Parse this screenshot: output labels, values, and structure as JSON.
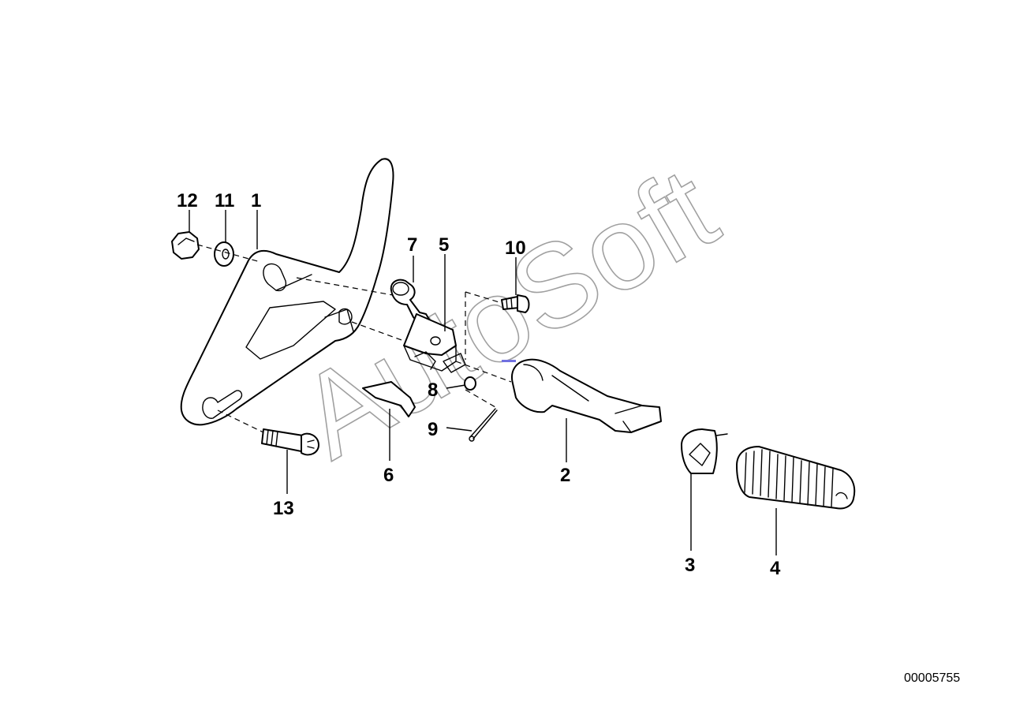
{
  "diagram": {
    "watermark": "AutoSoft",
    "diagram_id": "00005755",
    "accent_color": "#7070e0",
    "callouts": [
      {
        "id": "1",
        "label": "1"
      },
      {
        "id": "2",
        "label": "2"
      },
      {
        "id": "3",
        "label": "3"
      },
      {
        "id": "4",
        "label": "4"
      },
      {
        "id": "5",
        "label": "5"
      },
      {
        "id": "6",
        "label": "6"
      },
      {
        "id": "7",
        "label": "7"
      },
      {
        "id": "8",
        "label": "8"
      },
      {
        "id": "9",
        "label": "9"
      },
      {
        "id": "10",
        "label": "10"
      },
      {
        "id": "11",
        "label": "11"
      },
      {
        "id": "12",
        "label": "12"
      },
      {
        "id": "13",
        "label": "13"
      }
    ]
  }
}
